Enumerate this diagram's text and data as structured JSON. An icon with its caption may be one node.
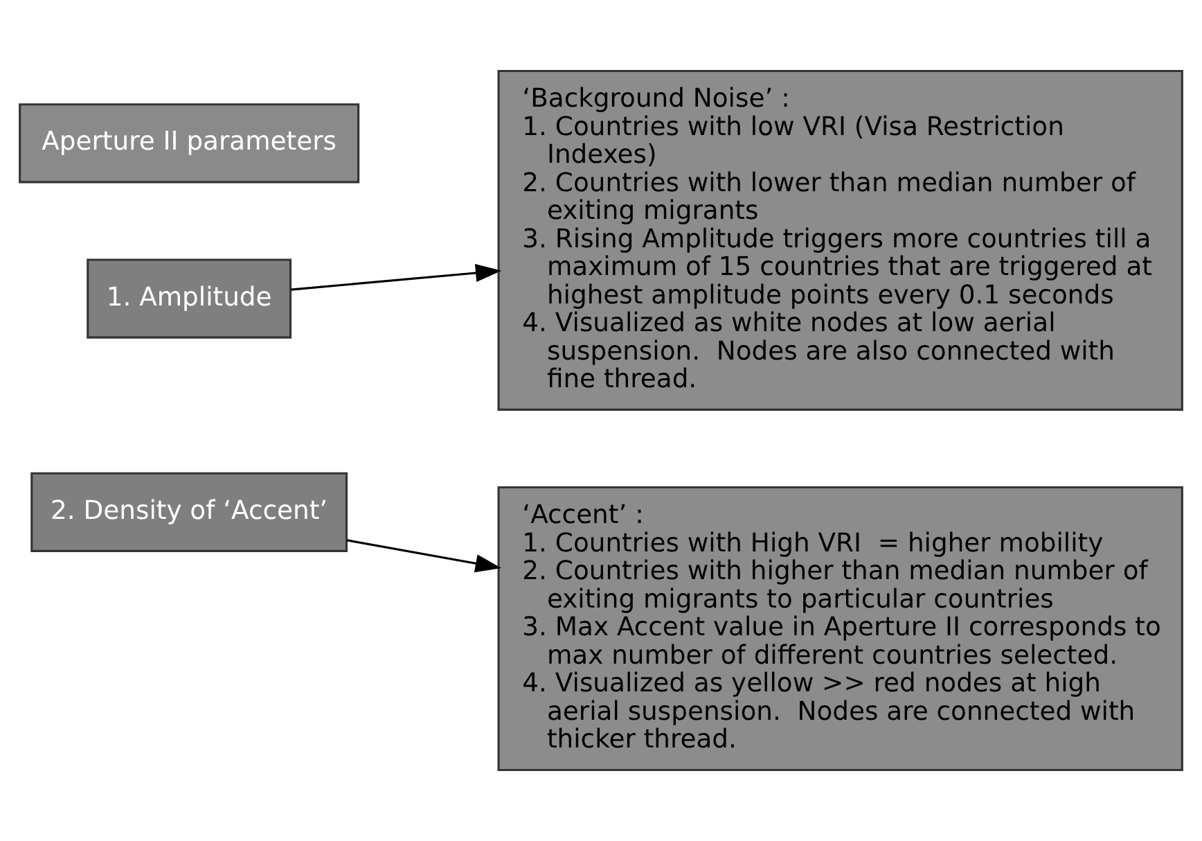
{
  "diagram": {
    "nodes": [
      {
        "text": [
          "Aperture II parameters"
        ]
      },
      {
        "text": [
          "1. Amplitude"
        ]
      },
      {
        "text": [
          "‘Background Noise’ :",
          "1. Countries with low VRI (Visa Restriction Indexes)",
          "2. Countries with lower than median number of exiting migrants",
          "3. Rising Amplitude triggers more countries till a maximum of 15 countries that are triggered at highest amplitude points every 0.1 seconds",
          "4. Visualized as white nodes at low aerial suspension.  Nodes are also connected with fine thread."
        ]
      },
      {
        "text": [
          "2. Density of ‘Accent’"
        ]
      },
      {
        "text": [
          "‘Accent’ :",
          "1. Countries with High VRI  = higher mobility",
          "2. Countries with higher than median number of exiting migrants to particular countries",
          "3. Max Accent value in Aperture II corresponds to max number of different countries selected.",
          "4. Visualized as yellow >> red nodes at high aerial suspension.  Nodes are connected with thicker thread."
        ]
      }
    ],
    "edges": [
      {
        "from": 1,
        "to": 2,
        "arrow": "to"
      },
      {
        "from": 3,
        "to": 4,
        "arrow": "to"
      }
    ]
  }
}
